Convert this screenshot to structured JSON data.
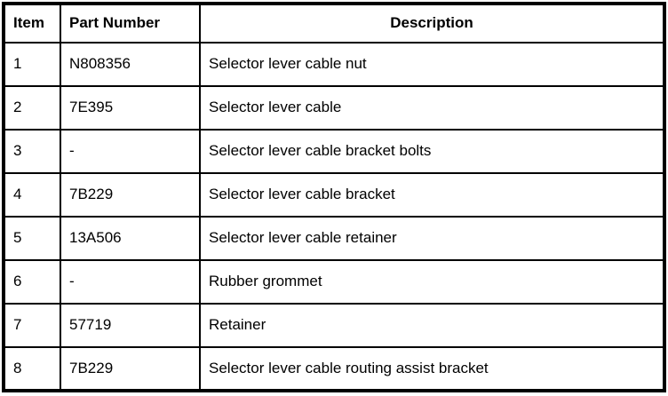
{
  "table": {
    "columns": [
      "Item",
      "Part Number",
      "Description"
    ],
    "rows": [
      [
        "1",
        "N808356",
        "Selector lever cable nut"
      ],
      [
        "2",
        "7E395",
        "Selector lever cable"
      ],
      [
        "3",
        "-",
        "Selector lever cable bracket bolts"
      ],
      [
        "4",
        "7B229",
        "Selector lever cable bracket"
      ],
      [
        "5",
        "13A506",
        "Selector lever cable retainer"
      ],
      [
        "6",
        "-",
        "Rubber grommet"
      ],
      [
        "7",
        "57719",
        "Retainer"
      ],
      [
        "8",
        "7B229",
        "Selector lever cable routing assist bracket"
      ]
    ],
    "colors": {
      "border": "#000000",
      "text": "#000000",
      "background": "#ffffff"
    }
  }
}
